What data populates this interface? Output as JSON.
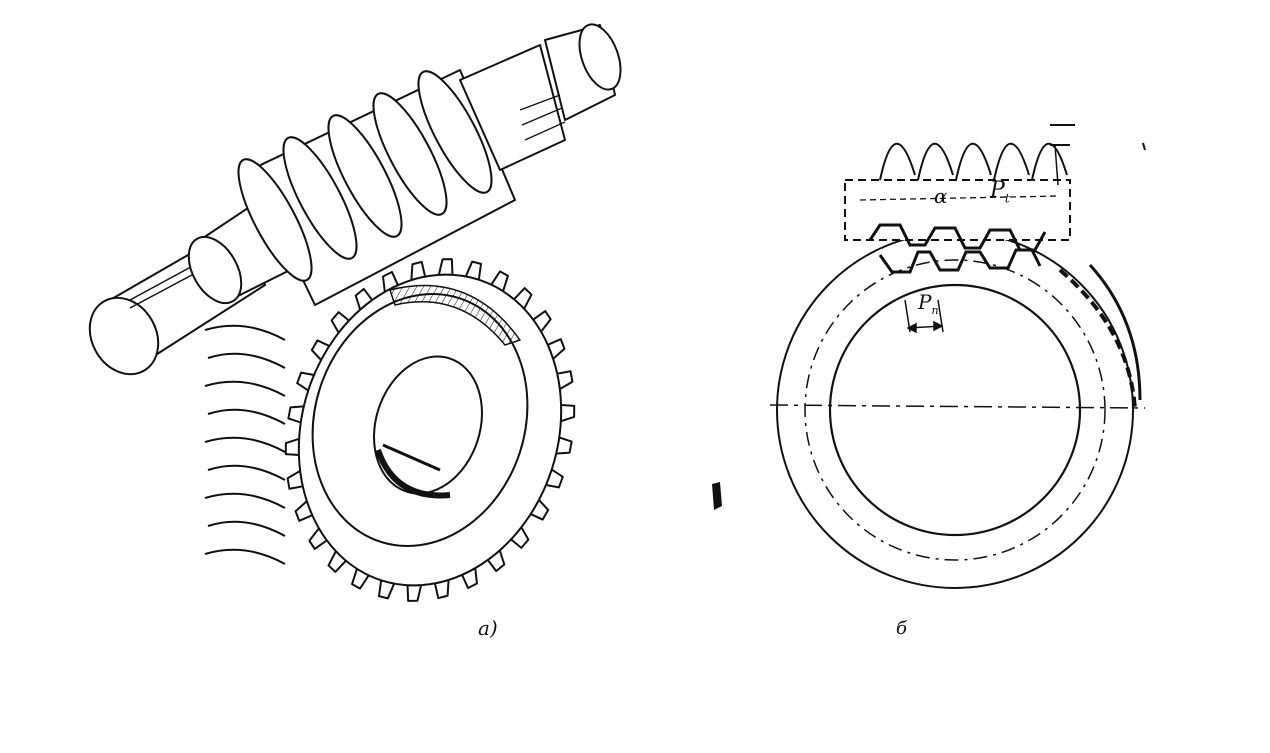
{
  "figure": {
    "left_caption": "a)",
    "right_caption": "б",
    "labels": {
      "alpha": "α",
      "pitch_t": "P",
      "pitch_t_sub": "t",
      "pitch_n": "P",
      "pitch_n_sub": "n"
    }
  },
  "colors": {
    "ink": "#111111",
    "paper": "#ffffff"
  }
}
